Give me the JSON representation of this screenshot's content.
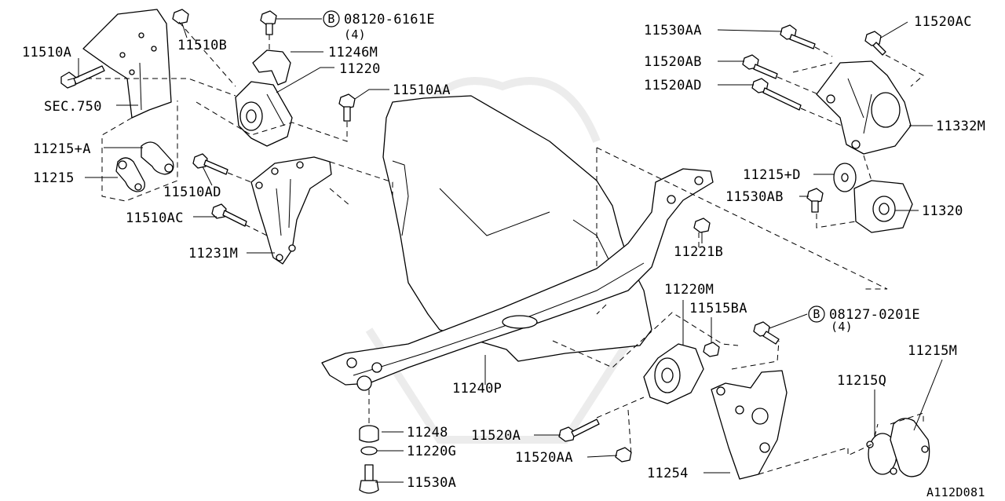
{
  "diagram": {
    "catalog_code": "A112D081",
    "callouts": {
      "c11510A": "11510A",
      "c11510B": "11510B",
      "sec750": "SEC.750",
      "c11215A": "11215+A",
      "c11215": "11215",
      "c11510AD": "11510AD",
      "c11510AC": "11510AC",
      "c11231M": "11231M",
      "b08120": "08120-6161E",
      "b08120qty": "(4)",
      "c11246M": "11246M",
      "c11220": "11220",
      "c11510AA": "11510AA",
      "c11530AA": "11530AA",
      "c11520AC": "11520AC",
      "c11520AB": "11520AB",
      "c11520AD": "11520AD",
      "c11332M": "11332M",
      "c11215D": "11215+D",
      "c11530AB": "11530AB",
      "c11320": "11320",
      "c11221B": "11221B",
      "c11220M": "11220M",
      "c11515BA": "11515BA",
      "b08127": "08127-0201E",
      "b08127qty": "(4)",
      "c11215M": "11215M",
      "c11215Q": "11215Q",
      "c11240P": "11240P",
      "c11248": "11248",
      "c11220G": "11220G",
      "c11530A": "11530A",
      "c11520A": "11520A",
      "c11520AA": "11520AA",
      "c11254": "11254",
      "bolt_marker": "B"
    }
  }
}
